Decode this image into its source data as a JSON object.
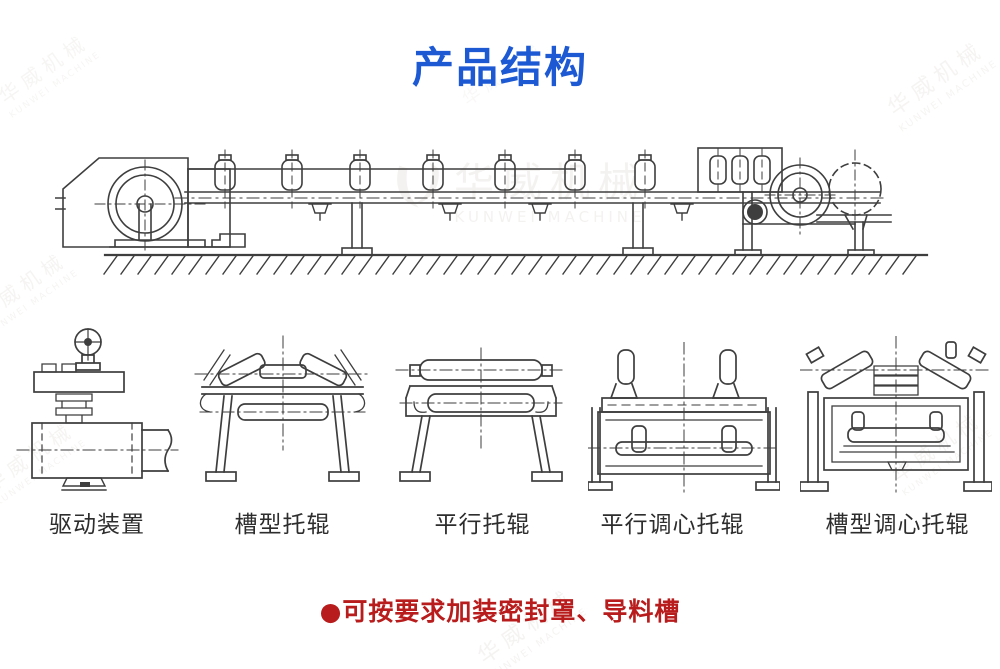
{
  "page": {
    "title": "产品结构",
    "title_color": "#1c59d3"
  },
  "main_drawing": {
    "description": "belt-conveyor-side-view"
  },
  "figures": [
    {
      "label": "驱动装置"
    },
    {
      "label": "槽型托辊"
    },
    {
      "label": "平行托辊"
    },
    {
      "label": "平行调心托辊"
    },
    {
      "label": "槽型调心托辊"
    }
  ],
  "note": {
    "text": "●可按要求加装密封罩、导料槽",
    "color": "#b81c1c"
  },
  "watermark": {
    "brand_cn": "华威机械",
    "brand_en": "KUNWEI MACHINE"
  }
}
